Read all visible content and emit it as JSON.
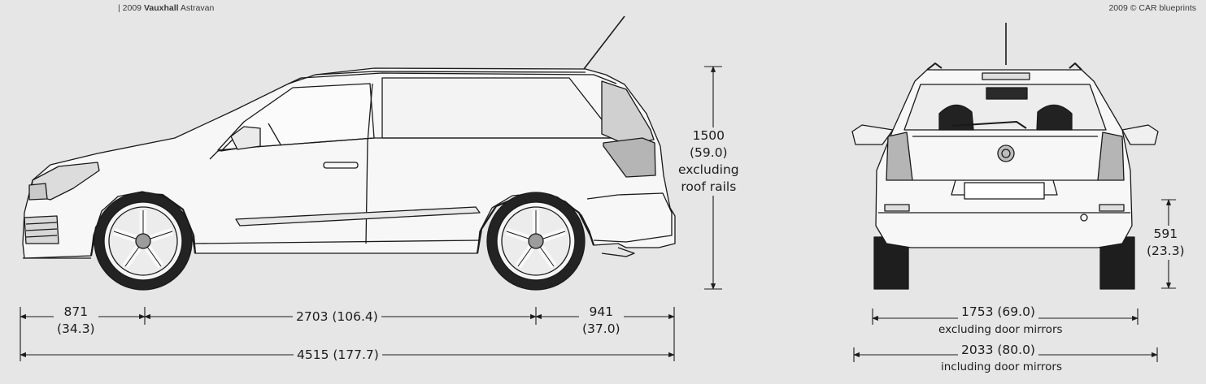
{
  "header": {
    "left_prefix": "| 2009",
    "left_brand": "Vauxhall",
    "left_model": "Astravan",
    "right_text": "2009 © CAR blueprints"
  },
  "side_view": {
    "front_overhang": {
      "value": "871",
      "inch": "(34.3)"
    },
    "wheelbase": {
      "label": "2703 (106.4)"
    },
    "rear_overhang": {
      "value": "941",
      "inch": "(37.0)"
    },
    "length": {
      "label": "4515 (177.7)"
    },
    "height": {
      "value": "1500",
      "inch": "(59.0)",
      "note1": "excluding",
      "note2": "roof rails"
    }
  },
  "rear_view": {
    "width_excl": {
      "label": "1753 (69.0)",
      "note": "excluding door mirrors"
    },
    "width_incl": {
      "label": "2033 (80.0)",
      "note": "including door mirrors"
    },
    "track_height": {
      "value": "591",
      "inch": "(23.3)"
    }
  }
}
